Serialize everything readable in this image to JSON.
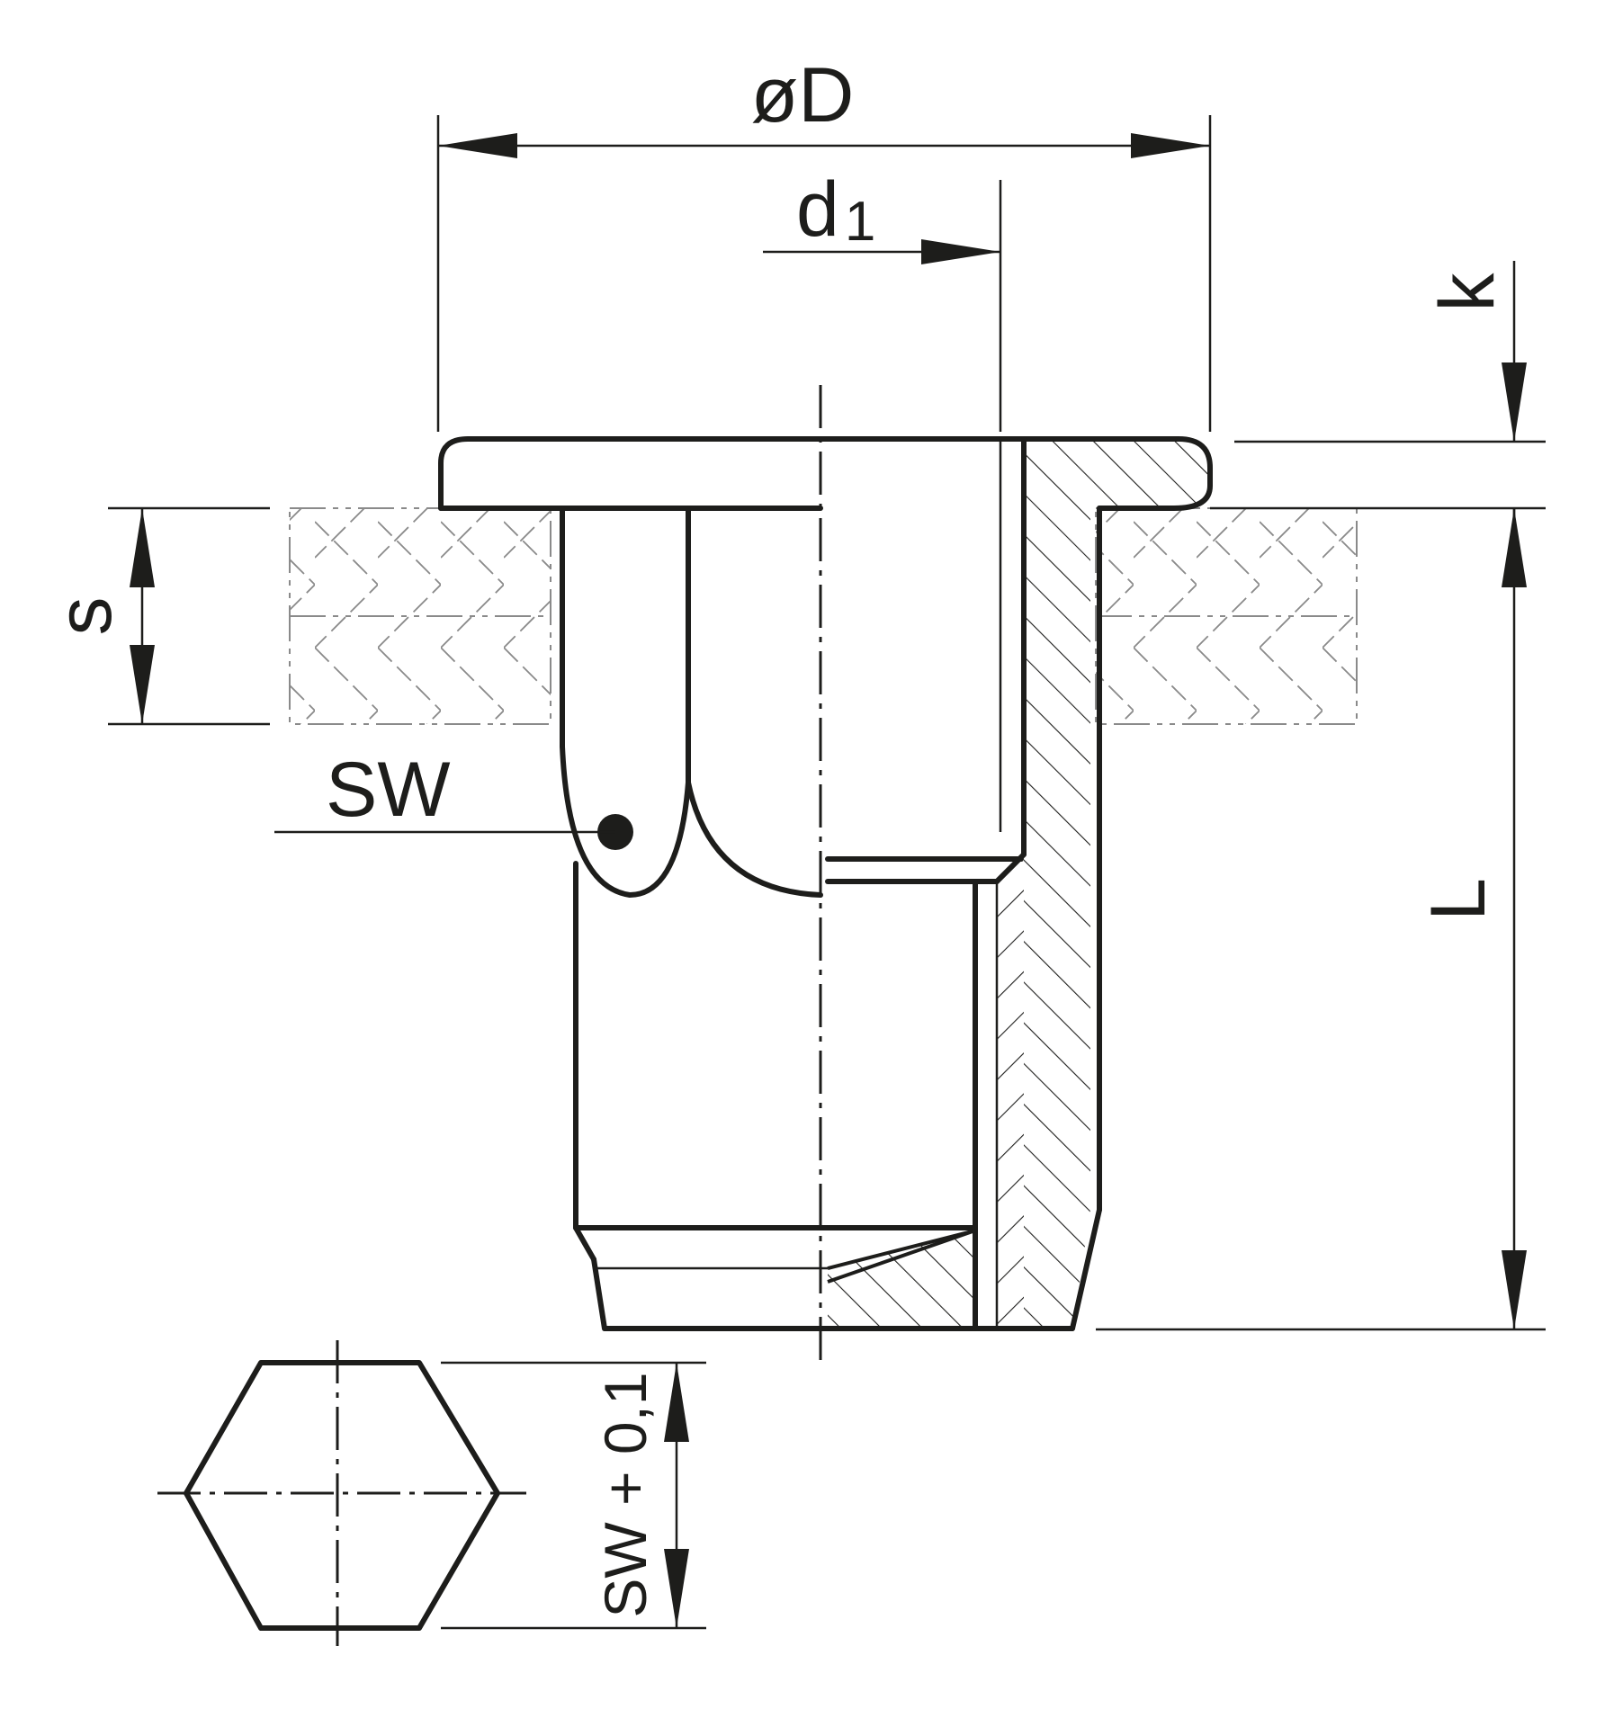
{
  "labels": {
    "outer_diameter": "øD",
    "thread_diameter_main": "d",
    "thread_diameter_sub": "1",
    "head_height": "k",
    "sheet_thickness": "s",
    "wrench_size": "SW",
    "total_length": "L",
    "hex_hole_size": "SW + 0,1"
  },
  "colors": {
    "line": "#1d1d1b",
    "phantom": "#8a8a8a",
    "background": "#ffffff"
  }
}
